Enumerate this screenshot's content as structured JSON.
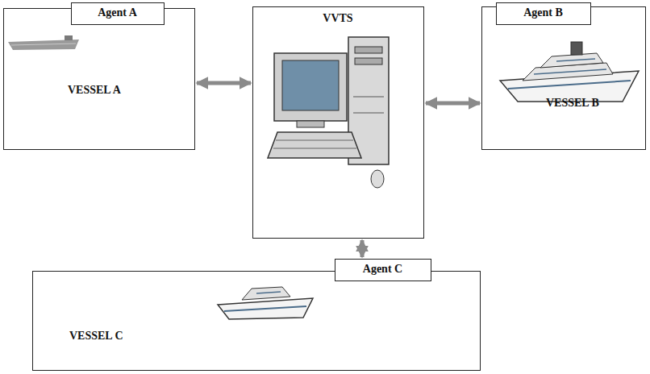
{
  "diagram": {
    "nodes": [
      {
        "text": [
          "VESSEL A"
        ]
      },
      {
        "text": [
          "Agent A"
        ],
        "in": 0
      },
      {
        "text": [
          "VVTS"
        ]
      },
      {
        "text": [
          "VESSEL B"
        ]
      },
      {
        "text": [
          "Agent B"
        ],
        "in": 3
      },
      {
        "text": [
          "VESSEL C"
        ]
      },
      {
        "text": [
          "Agent C"
        ],
        "in": 5
      }
    ],
    "edges": [
      {
        "from": 0,
        "to": 2,
        "arrow": "both"
      },
      {
        "from": 2,
        "to": 3,
        "arrow": "both"
      },
      {
        "from": 2,
        "to": 6,
        "arrow": "both"
      }
    ]
  }
}
